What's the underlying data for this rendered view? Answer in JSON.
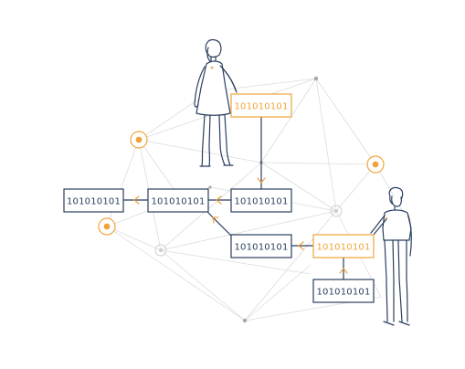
{
  "colors": {
    "navy": "#2a3f5f",
    "orange": "#f0a33a",
    "network_line": "#dcdcdc",
    "network_dot": "#a8a8a8",
    "background": "#ffffff"
  },
  "nodes": {
    "top_box": {
      "label": "101010101",
      "accent": "orange"
    },
    "mid_right_box": {
      "label": "101010101",
      "accent": "navy"
    },
    "mid_center_box": {
      "label": "101010101",
      "accent": "navy"
    },
    "left_box": {
      "label": "101010101",
      "accent": "navy"
    },
    "lower_center_box": {
      "label": "101010101",
      "accent": "navy"
    },
    "right_box": {
      "label": "101010101",
      "accent": "orange"
    },
    "bottom_box": {
      "label": "101010101",
      "accent": "navy"
    }
  },
  "icons": {
    "woman": "woman-figure-icon",
    "man": "man-figure-icon",
    "target": "target-node-icon"
  }
}
